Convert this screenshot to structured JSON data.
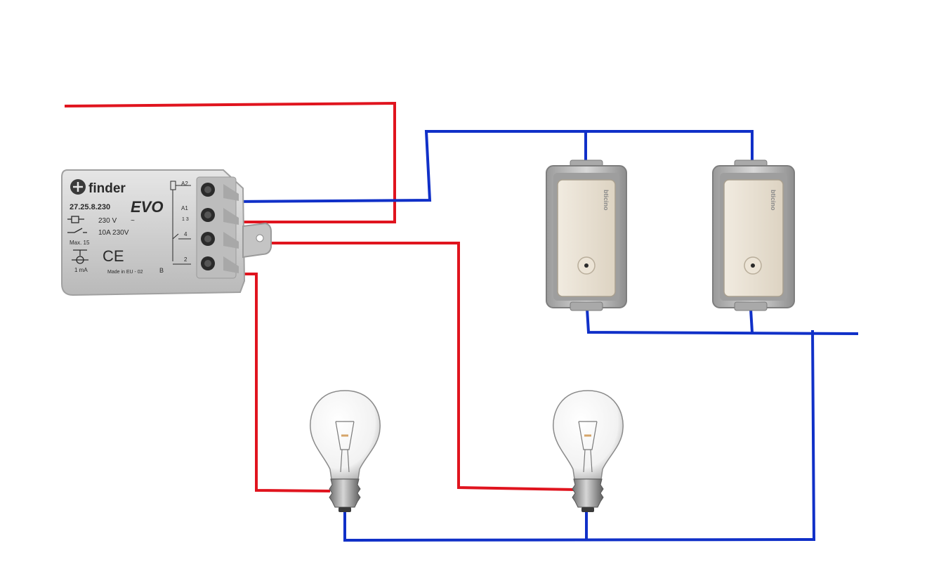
{
  "relay": {
    "brand": "finder",
    "model": "27.25.8.230",
    "series": "EVO",
    "coil": "230 V",
    "contact": "10A 230V",
    "max": "Max. 15",
    "current": "1 mA",
    "origin": "Made in EU - 02",
    "batch": "B",
    "term_a2": "A2",
    "term_a1": "A1",
    "term_13": "1 3",
    "term_4": "4",
    "term_2": "2"
  },
  "switches": {
    "brand": "bticino"
  },
  "colors": {
    "phase_wire": "#e0141e",
    "neutral_wire": "#1030c8",
    "relay_body": "#cfcfcf",
    "switch_frame": "#b8b8b8",
    "switch_button": "#e8e0d2"
  }
}
